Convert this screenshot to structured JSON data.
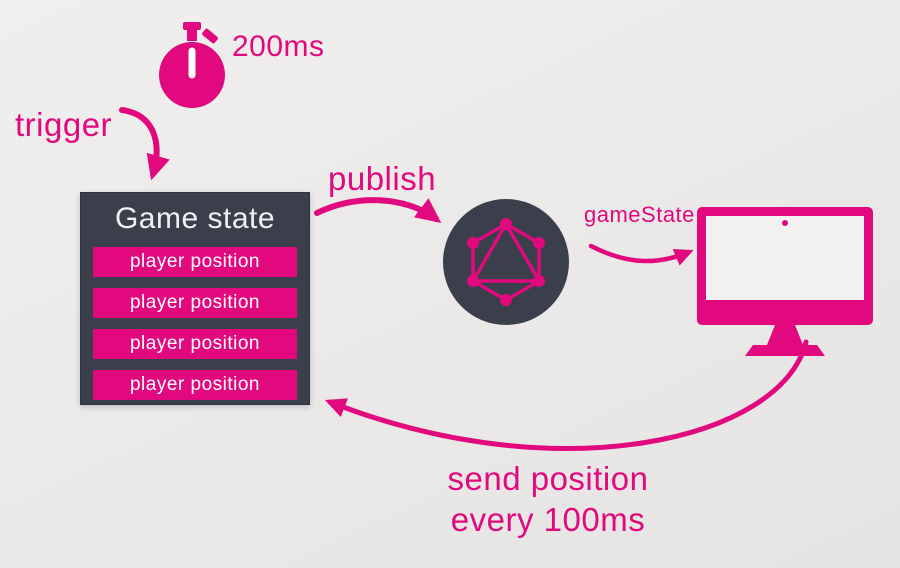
{
  "colors": {
    "accent": "#e2087e",
    "dark_panel": "#3a3f4b",
    "background": "#eae9e7",
    "text_on_dark": "#eef0f3"
  },
  "timer": {
    "icon": "stopwatch-icon",
    "label": "200ms"
  },
  "labels": {
    "trigger": "trigger",
    "publish": "publish",
    "gamestate": "gameState",
    "feedback_line1": "send position",
    "feedback_line2": "every 100ms"
  },
  "game_state_box": {
    "title": "Game state",
    "rows": [
      "player position",
      "player position",
      "player position",
      "player position"
    ]
  },
  "nodes": {
    "graphql": "graphql-logo-icon",
    "client": "monitor-icon"
  }
}
